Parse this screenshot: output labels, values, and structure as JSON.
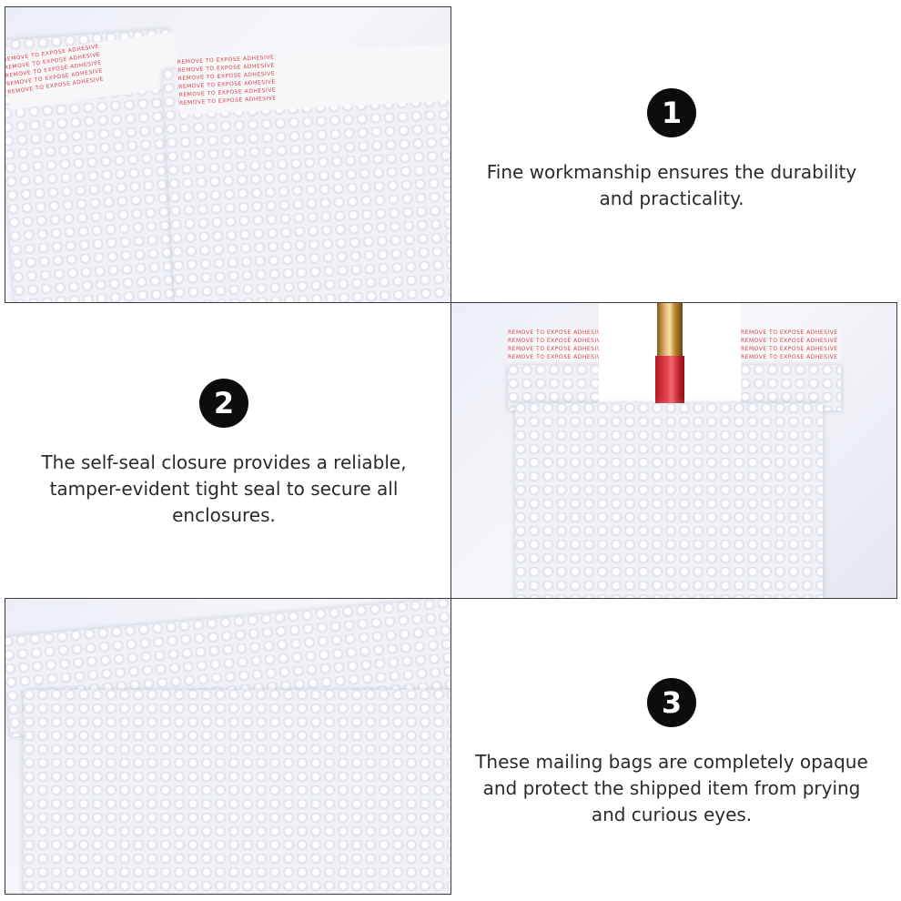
{
  "features": [
    {
      "number": "1",
      "text": "Fine workmanship ensures the durability and practicality."
    },
    {
      "number": "2",
      "text": "The self-seal closure provides a reliable, tamper-evident tight seal to secure all enclosures."
    },
    {
      "number": "3",
      "text": "These mailing bags are completely opaque and protect the shipped item from prying and curious eyes."
    }
  ],
  "adhesive_strip_text": "REMOVE TO EXPOSE ADHESIVE",
  "colors": {
    "badge": "#0c0c0c",
    "text": "#2a2a2a",
    "strip_print": "#d8434a",
    "bag": "#f1f2f8"
  }
}
